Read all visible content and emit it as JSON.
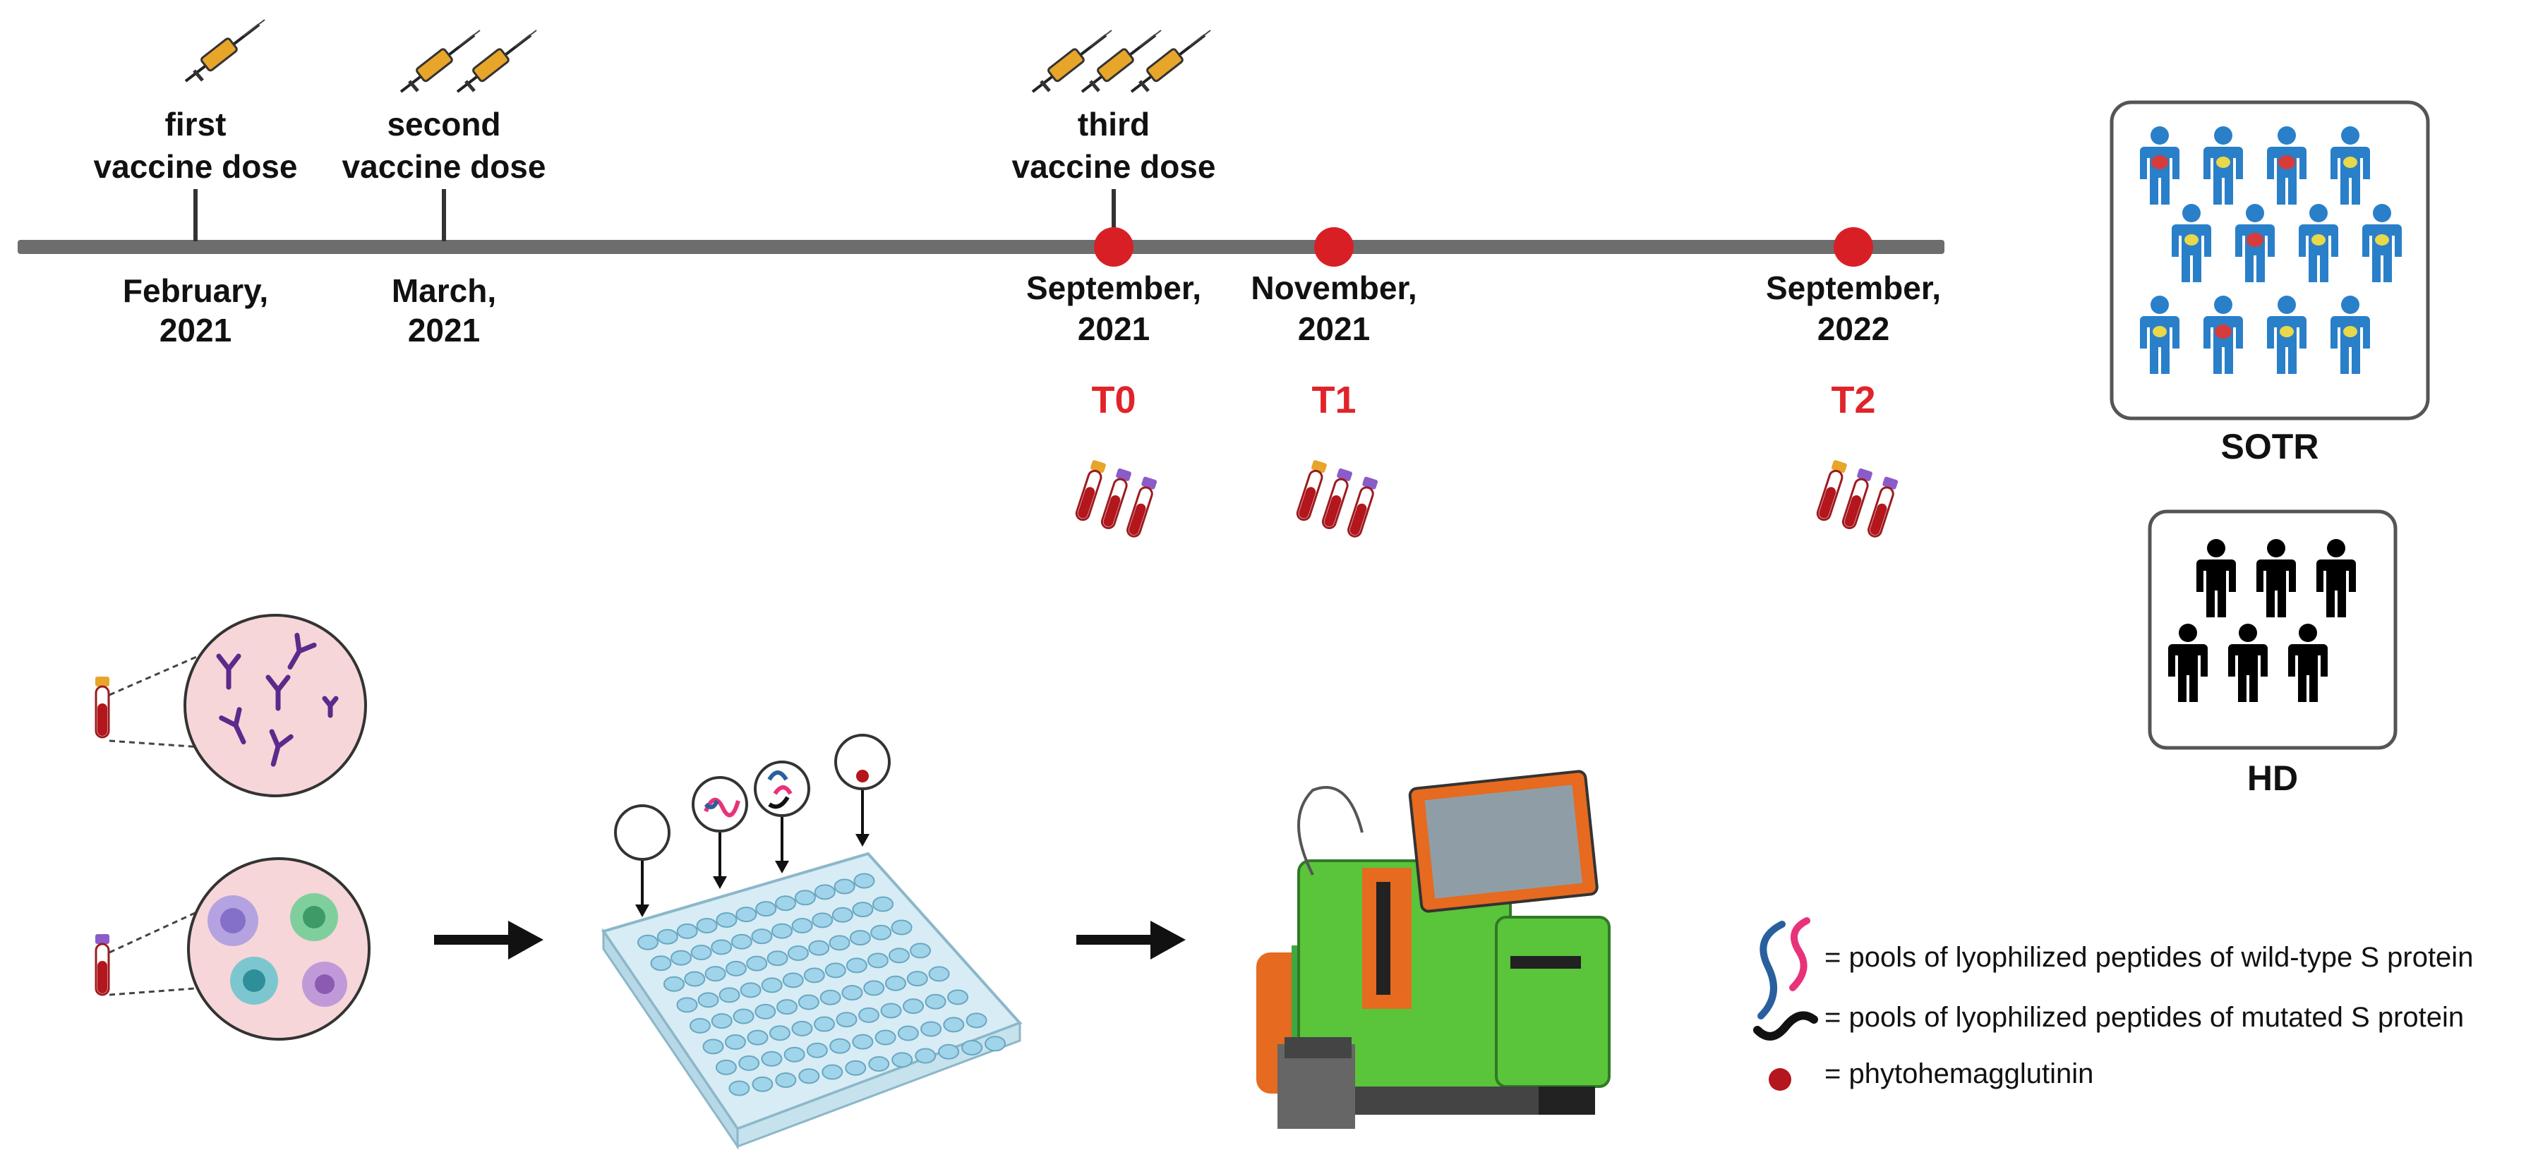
{
  "timeline": {
    "events": [
      {
        "line1": "first",
        "line2": "vaccine dose",
        "date_line1": "February,",
        "date_line2": "2021"
      },
      {
        "line1": "second",
        "line2": "vaccine dose",
        "date_line1": "March,",
        "date_line2": "2021"
      },
      {
        "line1": "third",
        "line2": "vaccine dose",
        "date_line1": "September,",
        "date_line2": "2021"
      }
    ],
    "timepoints": [
      {
        "label": "T0",
        "date_line1": "September,",
        "date_line2": "2021"
      },
      {
        "label": "T1",
        "date_line1": "November,",
        "date_line2": "2021"
      },
      {
        "label": "T2",
        "date_line1": "September,",
        "date_line2": "2022"
      }
    ],
    "line_color": "#6d6d6d",
    "marker_color": "#d91f26"
  },
  "cohorts": {
    "sotr_label": "SOTR",
    "hd_label": "HD",
    "sotr_color": "#2a7fc9",
    "hd_color": "#000000"
  },
  "legend": {
    "wild_type": "= pools of lyophilized peptides of wild-type S protein",
    "mutated": "= pools of lyophilized peptides of mutated S protein",
    "pha": "= phytohemagglutinin"
  }
}
